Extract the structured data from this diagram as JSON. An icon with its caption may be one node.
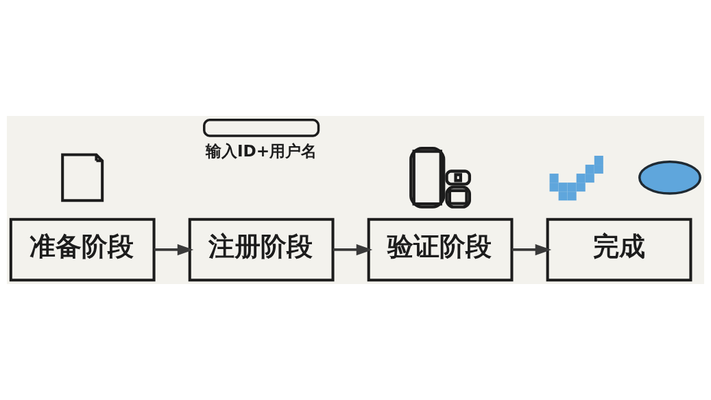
{
  "diagram": {
    "nodes": [
      {
        "text": [],
        "shape": "picture"
      },
      {
        "text": [],
        "shape": "box",
        "beside": [
          "输入ID+用户名"
        ]
      },
      {
        "text": [],
        "shape": "picture"
      },
      {
        "text": [],
        "shape": "picture"
      },
      {
        "text": [],
        "shape": "cloud"
      },
      {
        "text": [
          "准备阶段"
        ]
      },
      {
        "text": [
          "注册阶段"
        ]
      },
      {
        "text": [
          "验证阶段"
        ]
      },
      {
        "text": [
          "完成"
        ]
      }
    ],
    "edges": [
      {
        "from": 5,
        "to": 6,
        "arrow": "to"
      },
      {
        "from": 6,
        "to": 7,
        "arrow": "to"
      },
      {
        "from": 7,
        "to": 8,
        "arrow": "to"
      }
    ]
  }
}
